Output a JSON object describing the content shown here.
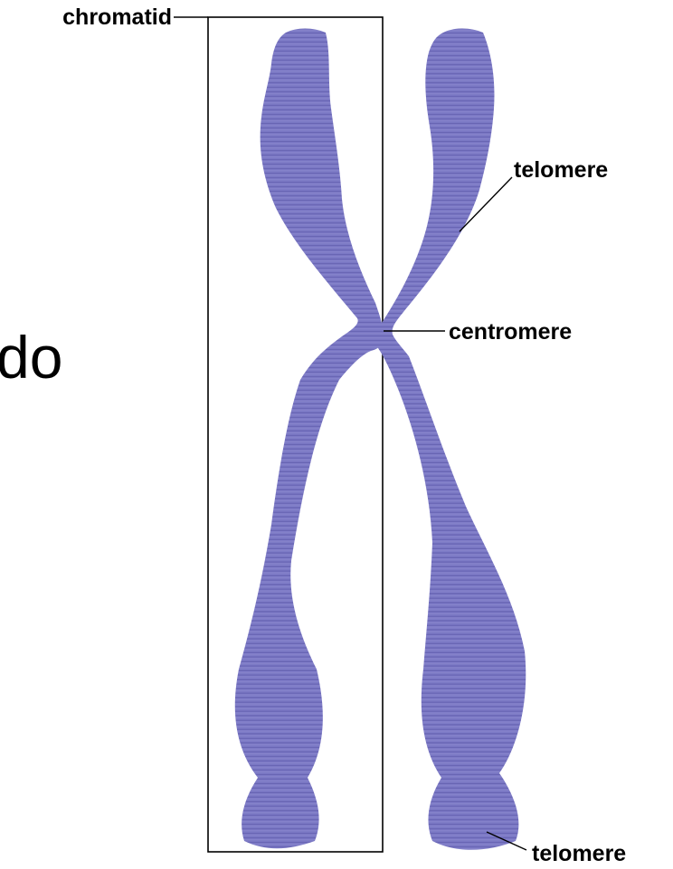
{
  "labels": {
    "chromatid": "chromatid",
    "telomere_upper": "telomere",
    "centromere": "centromere",
    "telomere_lower": "telomere"
  },
  "partial_text": "do",
  "colors": {
    "chromosome_base": "#7b78c4",
    "chromosome_dark": "#5a56a8",
    "chromosome_light": "#9d9ad6",
    "line": "#000000",
    "background": "#ffffff"
  }
}
